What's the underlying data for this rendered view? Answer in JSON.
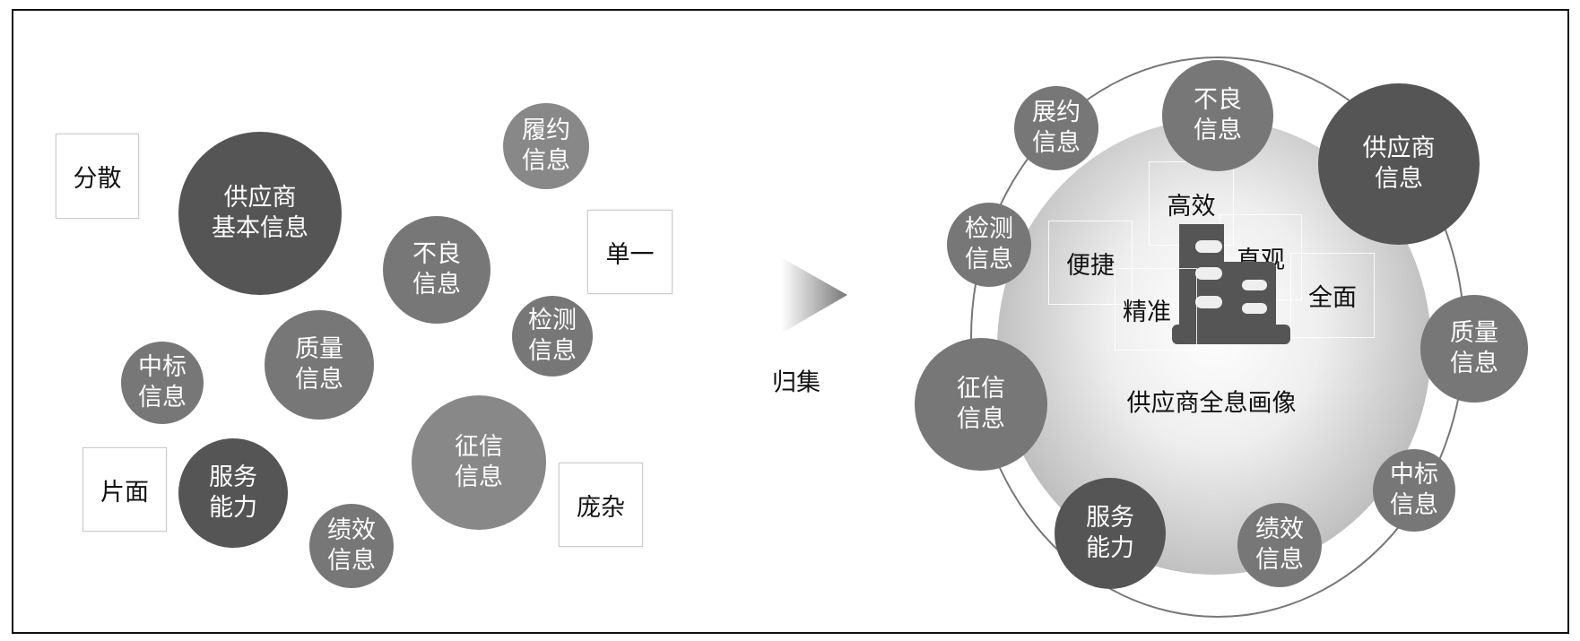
{
  "left": {
    "boxes": [
      "分散",
      "单一",
      "片面",
      "庞杂"
    ],
    "bubbles": [
      "供应商\n基本信息",
      "履约\n信息",
      "不良\n信息",
      "检测\n信息",
      "质量\n信息",
      "中标\n信息",
      "服务\n能力",
      "征信\n信息",
      "绩效\n信息"
    ]
  },
  "arrow": {
    "label": "归集"
  },
  "right": {
    "center_label": "供应商全息画像",
    "qualities": [
      "高效",
      "直观",
      "便捷",
      "精准",
      "全面"
    ],
    "bubbles": [
      "展约\n信息",
      "不良\n信息",
      "供应商\n信息",
      "检测\n信息",
      "征信\n信息",
      "质量\n信息",
      "中标\n信息",
      "绩效\n信息",
      "服务\n能力"
    ]
  },
  "colors": {
    "dark": "#555555",
    "mid": "#777777",
    "light": "#888888"
  }
}
